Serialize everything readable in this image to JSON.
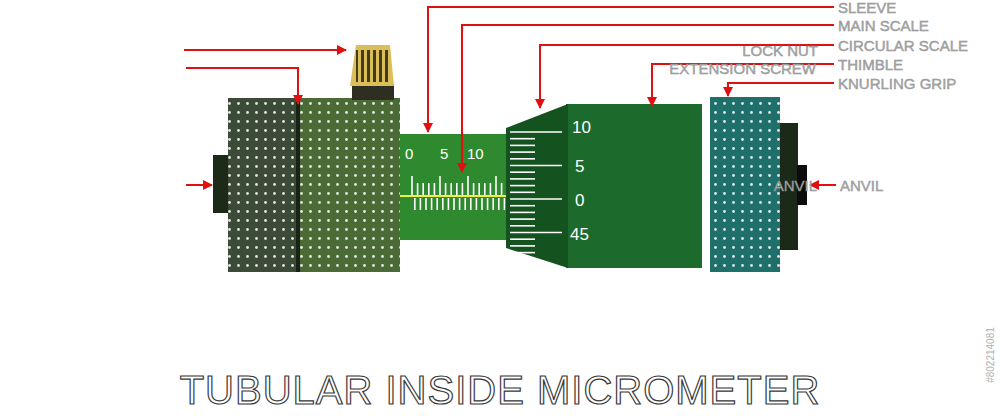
{
  "diagram": {
    "title": "TUBULAR INSIDE MICROMETER",
    "labels": [
      "LOCK NUT",
      "EXTENSION SCREW",
      "ANVIL",
      "SLEEVE",
      "MAIN SCALE",
      "CIRCULAR SCALE",
      "THIMBLE",
      "KNURLING GRIP",
      "ANVIL",
      "0",
      "5",
      "10",
      "10",
      "5",
      "0",
      "45",
      "#802214081"
    ]
  }
}
